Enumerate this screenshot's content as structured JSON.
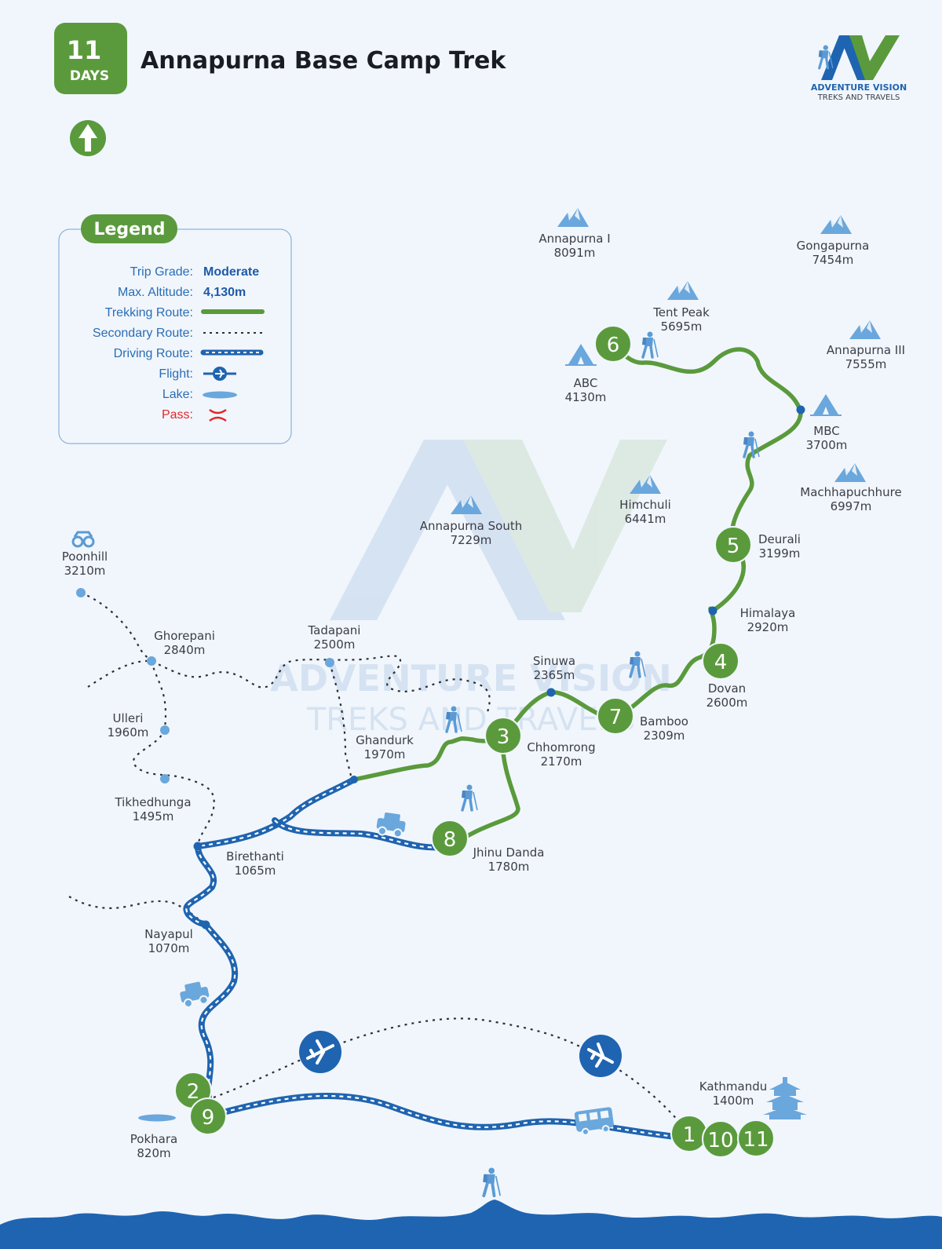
{
  "header": {
    "days_number": "11",
    "days_word": "DAYS",
    "title": "Annapurna Base Camp Trek"
  },
  "logo": {
    "line1": "ADVENTURE VISION",
    "line2": "TREKS AND TRAVELS"
  },
  "watermark": {
    "line1": "ADVENTURE VISION",
    "line2": "TREKS AND TRAVELS"
  },
  "legend": {
    "title": "Legend",
    "trip_grade_label": "Trip Grade:",
    "trip_grade_value": "Moderate",
    "max_altitude_label": "Max. Altitude:",
    "max_altitude_value": "4,130m",
    "trekking_label": "Trekking Route:",
    "secondary_label": "Secondary Route:",
    "driving_label": "Driving Route:",
    "flight_label": "Flight:",
    "lake_label": "Lake:",
    "pass_label": "Pass:"
  },
  "colors": {
    "trek": "#5a9a3c",
    "drive": "#1f64b0",
    "accent_red": "#e5262b",
    "text": "#3b3d48",
    "mountain": "#5b9bd5"
  },
  "peaks": [
    {
      "name": "Annapurna I",
      "alt": "8091m"
    },
    {
      "name": "Gongapurna",
      "alt": "7454m"
    },
    {
      "name": "Tent Peak",
      "alt": "5695m"
    },
    {
      "name": "Annapurna III",
      "alt": "7555m"
    },
    {
      "name": "Machhapuchhure",
      "alt": "6997m"
    },
    {
      "name": "Himchuli",
      "alt": "6441m"
    },
    {
      "name": "Annapurna South",
      "alt": "7229m"
    }
  ],
  "places": [
    {
      "name": "ABC",
      "alt": "4130m"
    },
    {
      "name": "MBC",
      "alt": "3700m"
    },
    {
      "name": "Deurali",
      "alt": "3199m"
    },
    {
      "name": "Himalaya",
      "alt": "2920m"
    },
    {
      "name": "Dovan",
      "alt": "2600m"
    },
    {
      "name": "Bamboo",
      "alt": "2309m"
    },
    {
      "name": "Sinuwa",
      "alt": "2365m"
    },
    {
      "name": "Chhomrong",
      "alt": "2170m"
    },
    {
      "name": "Jhinu Danda",
      "alt": "1780m"
    },
    {
      "name": "Ghandurk",
      "alt": "1970m"
    },
    {
      "name": "Tadapani",
      "alt": "2500m"
    },
    {
      "name": "Ghorepani",
      "alt": "2840m"
    },
    {
      "name": "Poonhill",
      "alt": "3210m"
    },
    {
      "name": "Ulleri",
      "alt": "1960m"
    },
    {
      "name": "Tikhedhunga",
      "alt": "1495m"
    },
    {
      "name": "Birethanti",
      "alt": "1065m"
    },
    {
      "name": "Nayapul",
      "alt": "1070m"
    },
    {
      "name": "Pokhara",
      "alt": "820m"
    },
    {
      "name": "Kathmandu",
      "alt": "1400m"
    }
  ],
  "days": [
    "1",
    "2",
    "3",
    "4",
    "5",
    "6",
    "7",
    "8",
    "9",
    "10",
    "11"
  ]
}
